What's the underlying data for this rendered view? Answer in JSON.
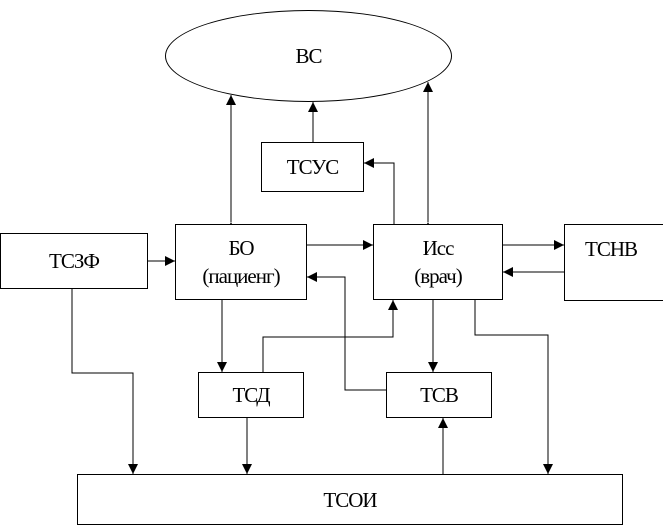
{
  "diagram": {
    "nodes": {
      "vs": {
        "label": "ВС"
      },
      "tsus": {
        "label": "ТСУС"
      },
      "tszf": {
        "label": "ТСЗФ"
      },
      "bo": {
        "line1": "БО",
        "line2": "(пациенг)"
      },
      "iss": {
        "line1": "Исс",
        "line2": "(врач)"
      },
      "tsnv": {
        "label": "ТСНВ"
      },
      "tsd": {
        "label": "ТСД"
      },
      "tsv": {
        "label": "ТСВ"
      },
      "tsoi": {
        "label": "ТСОИ"
      }
    },
    "line_color": "#000000"
  }
}
